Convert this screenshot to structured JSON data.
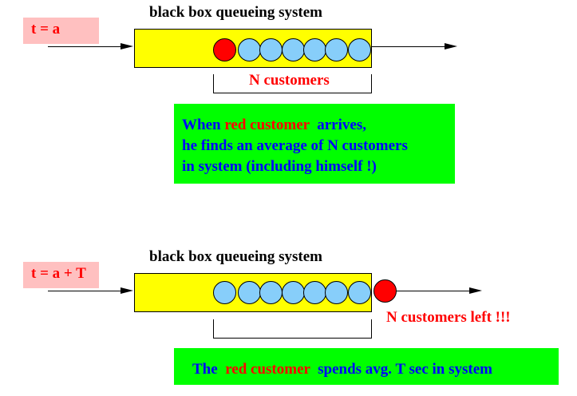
{
  "panel1": {
    "time_label": "t = a",
    "title": "black box queueing system",
    "arriving_customer": "red",
    "queued_customers": 6,
    "bracket_label": "N customers",
    "note": {
      "part1": "When ",
      "highlight": "red customer",
      "part2": "  arrives,",
      "line2": "he finds an average of N customers",
      "line3": "in system (including himself !)"
    }
  },
  "panel2": {
    "time_label": "t = a + T",
    "title": "black box queueing system",
    "departing_customer": "red",
    "queued_customers": 7,
    "left_label": "N customers left !!!",
    "note": {
      "part1": "The  ",
      "highlight": "red customer",
      "part2": "  spends avg. T sec in system"
    }
  },
  "colors": {
    "queue_box": "#ffff00",
    "customer": "#87cefa",
    "tagged_customer": "#ff0000",
    "time_box": "#ffc0c0",
    "note_box": "#00ff00",
    "note_text": "#0000ff",
    "highlight_text": "#ff0000"
  }
}
